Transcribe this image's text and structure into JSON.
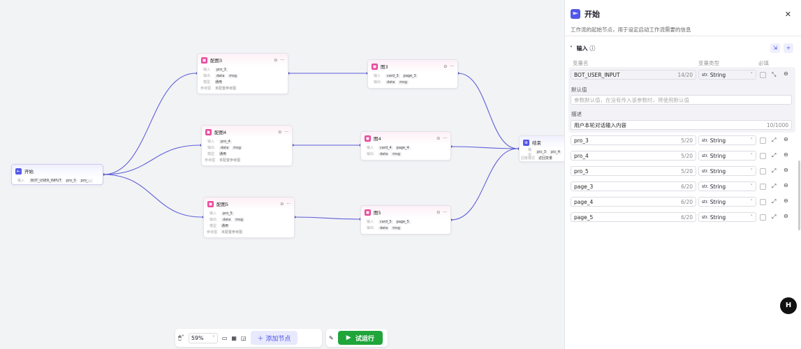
{
  "canvas": {
    "start": {
      "title": "开始",
      "input_label": "输入",
      "tags": [
        "BOT_USER_INPUT",
        "pro_3",
        "pro_..."
      ]
    },
    "peitu": [
      {
        "title": "配图3",
        "input_label": "输入",
        "input": "pro_3",
        "output_label": "输出",
        "outputs": [
          "data",
          "msg"
        ],
        "model_label": "模型",
        "model": "通用",
        "ref_label": "参考图",
        "ref": "未配置参考图"
      },
      {
        "title": "配图4",
        "input_label": "输入",
        "input": "pro_4",
        "output_label": "输出",
        "outputs": [
          "data",
          "msg"
        ],
        "model_label": "模型",
        "model": "通用",
        "ref_label": "参考图",
        "ref": "未配置参考图"
      },
      {
        "title": "配图5",
        "input_label": "输入",
        "input": "pro_5",
        "output_label": "输出",
        "outputs": [
          "data",
          "msg"
        ],
        "model_label": "模型",
        "model": "通用",
        "ref_label": "参考图",
        "ref": "未配置参考图"
      }
    ],
    "tu": [
      {
        "title": "图3",
        "input_label": "输入",
        "inputs": [
          "card_3",
          "page_3"
        ],
        "output_label": "输出",
        "outputs": [
          "data",
          "msg"
        ]
      },
      {
        "title": "图4",
        "input_label": "输入",
        "inputs": [
          "card_4",
          "page_4"
        ],
        "output_label": "输出",
        "outputs": [
          "data",
          "msg"
        ]
      },
      {
        "title": "图5",
        "input_label": "输入",
        "inputs": [
          "card_5",
          "page_5"
        ],
        "output_label": "输出",
        "outputs": [
          "data",
          "msg"
        ]
      }
    ],
    "end": {
      "title": "结束",
      "output_label": "输出",
      "outputs": [
        "pic_3",
        "pic_4"
      ],
      "answer_label": "回答模式",
      "answer": "返回变量"
    },
    "edge_color": "#5d5fd6"
  },
  "panel": {
    "title": "开始",
    "description": "工作流的起始节点，用于设定启动工作流需要的信息",
    "section": "输入",
    "headers": {
      "name": "变量名",
      "type": "变量类型",
      "required": "必填"
    },
    "first": {
      "name": "BOT_USER_INPUT",
      "count": "14/20",
      "type": "String",
      "default_label": "默认值",
      "default_placeholder": "参数默认值，在没有传入该参数时，将使用默认值",
      "desc_label": "描述",
      "desc": "用户本轮对话输入内容",
      "desc_count": "10/1000"
    },
    "vars": [
      {
        "name": "pro_3",
        "count": "5/20",
        "type": "String"
      },
      {
        "name": "pro_4",
        "count": "5/20",
        "type": "String"
      },
      {
        "name": "pro_5",
        "count": "5/20",
        "type": "String"
      },
      {
        "name": "page_3",
        "count": "6/20",
        "type": "String"
      },
      {
        "name": "page_4",
        "count": "6/20",
        "type": "String"
      },
      {
        "name": "page_5",
        "count": "6/20",
        "type": "String"
      }
    ],
    "type_prefix": "str."
  },
  "toolbar": {
    "zoom": "59%",
    "add_node": "添加节点",
    "run": "试运行"
  },
  "accent": "#4d53e8",
  "run_color": "#1fa53a"
}
